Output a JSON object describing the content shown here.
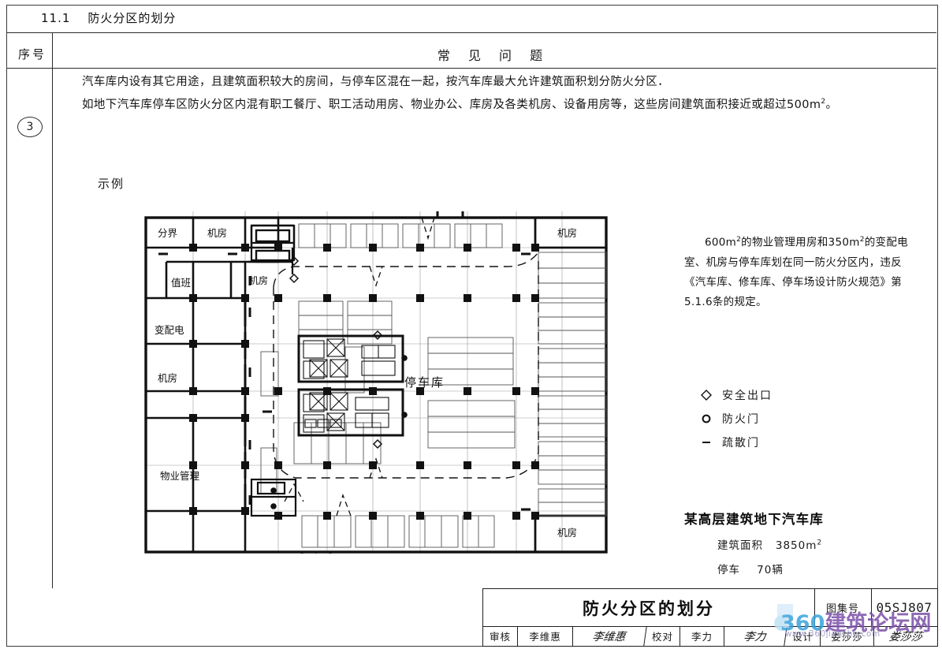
{
  "header": {
    "section_number": "11.1",
    "section_title": "防火分区的划分"
  },
  "table": {
    "col_seq_header": "序号",
    "col_content_header": "常 见 问 题",
    "row_seq": "3"
  },
  "body": {
    "para1": "汽车库内设有其它用途，且建筑面积较大的房间，与停车区混在一起，按汽车库最大允许建筑面积划分防火分区．",
    "para2": "如地下汽车库停车区防火分区内混有职工餐厅、职工活动用房、物业办公、库房及各类机房、设备用房等，这些房间建筑面积接近或超过500m",
    "para2_sup": "2",
    "para2_end": "。"
  },
  "example": {
    "label": "示例"
  },
  "annotation": {
    "line1_a": "600m",
    "line1_sup": "2",
    "line1_b": "的物业管理用房和350m",
    "line1_sup2": "2",
    "line1_c": "的变配电",
    "line2": "室、机房与停车库划在同一防火分区内，违反",
    "line3": "《汽车库、修车库、停车场设计防火规范》第",
    "line4": "5.1.6条的规定。"
  },
  "legend": {
    "items": [
      {
        "symbol": "diamond",
        "symbol_name": "safety-exit-diamond-icon",
        "label": "安全出口"
      },
      {
        "symbol": "circle",
        "symbol_name": "fire-door-circle-icon",
        "label": "防火门"
      },
      {
        "symbol": "dash",
        "symbol_name": "evacuation-door-dash-icon",
        "label": "疏散门"
      }
    ]
  },
  "building": {
    "title": "某高层建筑地下汽车库",
    "area_label": "建筑面积",
    "area_value": "3850m",
    "area_sup": "2",
    "parking_label": "停车",
    "parking_value": "70辆"
  },
  "plan": {
    "rooms_left": [
      "分界",
      "机房",
      "值班",
      "变配电",
      "机房",
      "物业管理"
    ],
    "rooms_mid": [
      "机房"
    ],
    "rooms_right": [
      "机房",
      "机房"
    ],
    "center_label": "停车库"
  },
  "title_block": {
    "drawing_name": "防火分区的划分",
    "atlas_label": "图集号",
    "atlas_number": "05SJ807",
    "review_label": "审核",
    "review_name": "李维惠",
    "review_sign": "李维惠",
    "check_label": "校对",
    "check_name": "李力",
    "check_sign": "李力",
    "design_label": "设计",
    "design_name": "娄莎莎",
    "design_sign": "娄莎莎"
  },
  "watermark": {
    "text_360": "360",
    "text_cn": "建筑论坛网",
    "url": "www.360jianzhu.com"
  },
  "colors": {
    "ink": "#1a1a1a",
    "rule": "#2b2b2b",
    "wm_blue": "#3aa3dc",
    "wm_purple": "#7b4fa8"
  }
}
